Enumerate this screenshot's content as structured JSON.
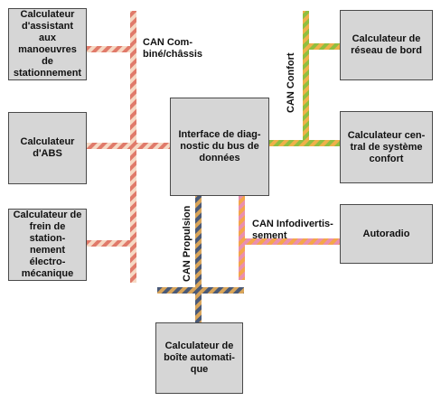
{
  "boxes": {
    "parking": "Calculateur d'assistant aux manoeuvres de stationnement",
    "abs": "Calculateur d'ABS",
    "epb": "Calculateur de frein de station-nement électro-mécanique",
    "gateway": "Interface de diag-nostic du bus de données",
    "onboard": "Calculateur de réseau de bord",
    "comfort": "Calculateur cen-tral de système confort",
    "radio": "Autoradio",
    "gearbox": "Calculateur de boîte automati-que"
  },
  "labels": {
    "can_chassis": "CAN Com-biné/châssis",
    "can_confort": "CAN Confort",
    "can_propulsion": "CAN Propulsion",
    "can_infotainment": "CAN Infodivertis-sement"
  },
  "colors": {
    "can_chassis": {
      "stripe": "#e07a6a",
      "base": "#f6d9c4"
    },
    "can_confort": {
      "stripe": "#8fbf3f",
      "base": "#f0b04a"
    },
    "can_propulsion": {
      "stripe": "#d9a55a",
      "base": "#4a5a78"
    },
    "can_infotainment": {
      "stripe": "#f4a64a",
      "base": "#e98fb0"
    }
  }
}
